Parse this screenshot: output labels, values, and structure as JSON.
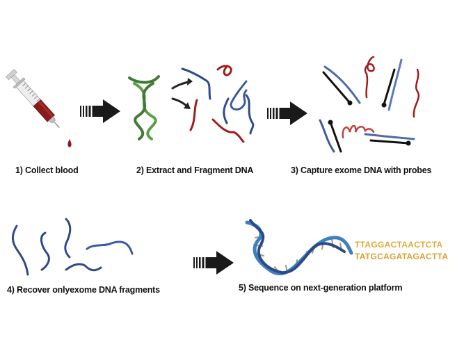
{
  "steps": [
    {
      "number": 1,
      "label": "1) Collect blood",
      "icon": "syringe-icon"
    },
    {
      "number": 2,
      "label": "2) Extract and Fragment DNA",
      "icon": "dna-fragments-icon"
    },
    {
      "number": 3,
      "label": "3) Capture exome DNA with  probes",
      "icon": "probes-capture-icon"
    },
    {
      "number": 4,
      "label": "4) Recover onlyexome DNA fragments",
      "icon": "exome-fragments-icon"
    },
    {
      "number": 5,
      "label": "5) Sequence on next-generation platform",
      "icon": "dna-helix-icon"
    }
  ],
  "sequence_reads": [
    "TTAGGACTAACTCTA",
    "TATGCAGATAGACTTA"
  ],
  "colors": {
    "arrow": "#1a1a1a",
    "blood": "#8b1a1a",
    "helix_green": "#4a8a3a",
    "fragment_blue": "#2f4a8a",
    "fragment_red": "#a01c1c",
    "probe_black": "#111111",
    "helix_blue": "#3f7fc0",
    "sequence_gold": "#e0a93a"
  }
}
